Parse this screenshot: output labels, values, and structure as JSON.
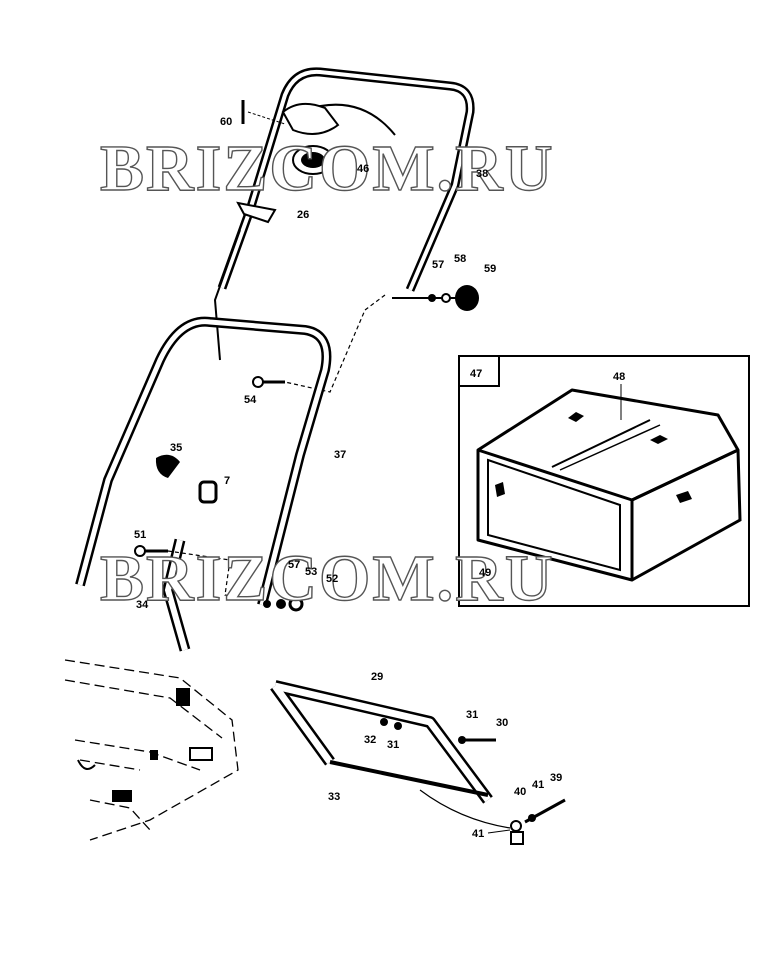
{
  "watermarks": [
    "BRIZCOM.RU",
    "BRIZCOM.RU"
  ],
  "callouts": {
    "p60": "60",
    "p46": "46",
    "p38": "38",
    "p26": "26",
    "p57a": "57",
    "p58": "58",
    "p59": "59",
    "p54": "54",
    "p35": "35",
    "p37": "37",
    "p7": "7",
    "p51": "51",
    "p57b": "57",
    "p53": "53",
    "p52": "52",
    "p34": "34",
    "p29": "29",
    "p31a": "31",
    "p30": "30",
    "p32": "32",
    "p31b": "31",
    "p33": "33",
    "p39": "39",
    "p41a": "41",
    "p40": "40",
    "p41b": "41"
  },
  "inset": {
    "box_label": "47",
    "p48": "48",
    "p49": "49"
  }
}
